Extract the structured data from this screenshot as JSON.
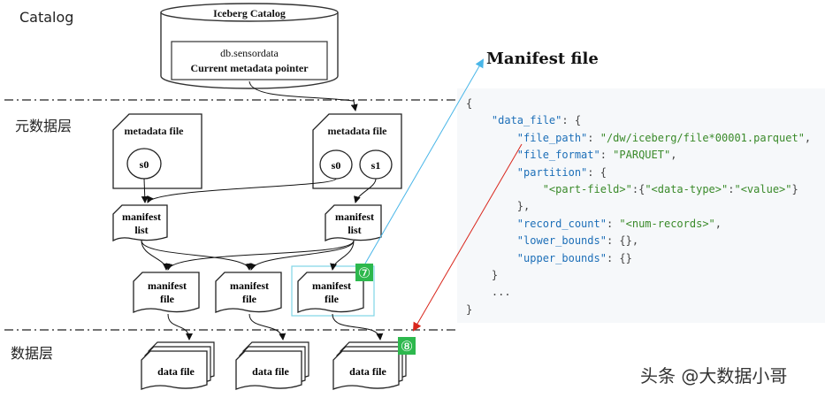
{
  "layers": {
    "catalog": "Catalog",
    "metadata": "元数据层",
    "data": "数据层"
  },
  "catalog_db": {
    "title": "Iceberg Catalog",
    "table": "db.sensordata",
    "pointer": "Current metadata pointer"
  },
  "metadata_files": [
    {
      "label": "metadata file",
      "snapshots": [
        "s0"
      ]
    },
    {
      "label": "metadata file",
      "snapshots": [
        "s0",
        "s1"
      ]
    }
  ],
  "manifest_lists": [
    {
      "line1": "manifest",
      "line2": "list"
    },
    {
      "line1": "manifest",
      "line2": "list"
    }
  ],
  "manifest_files": [
    {
      "line1": "manifest",
      "line2": "file"
    },
    {
      "line1": "manifest",
      "line2": "file"
    },
    {
      "line1": "manifest",
      "line2": "file"
    }
  ],
  "data_files": [
    "data file",
    "data file",
    "data file"
  ],
  "badges": [
    "⑦",
    "⑧"
  ],
  "manifest_panel": {
    "title": "Manifest file",
    "lines": [
      {
        "indent": 0,
        "parts": [
          {
            "t": "p",
            "s": "{"
          }
        ]
      },
      {
        "indent": 2,
        "parts": [
          {
            "t": "k",
            "s": "\"data_file\""
          },
          {
            "t": "p",
            "s": ": {"
          }
        ]
      },
      {
        "indent": 4,
        "parts": [
          {
            "t": "k",
            "s": "\"file_path\""
          },
          {
            "t": "p",
            "s": ": "
          },
          {
            "t": "v",
            "s": "\"/dw/iceberg/file*00001.parquet\""
          },
          {
            "t": "p",
            "s": ","
          }
        ]
      },
      {
        "indent": 4,
        "parts": [
          {
            "t": "k",
            "s": "\"file_format\""
          },
          {
            "t": "p",
            "s": ": "
          },
          {
            "t": "v",
            "s": "\"PARQUET\""
          },
          {
            "t": "p",
            "s": ","
          }
        ]
      },
      {
        "indent": 4,
        "parts": [
          {
            "t": "k",
            "s": "\"partition\""
          },
          {
            "t": "p",
            "s": ": {"
          }
        ]
      },
      {
        "indent": 6,
        "parts": [
          {
            "t": "v",
            "s": "\"<part-field>\""
          },
          {
            "t": "p",
            "s": ":{"
          },
          {
            "t": "v",
            "s": "\"<data-type>\""
          },
          {
            "t": "p",
            "s": ":"
          },
          {
            "t": "v",
            "s": "\"<value>\""
          },
          {
            "t": "p",
            "s": "}"
          }
        ]
      },
      {
        "indent": 4,
        "parts": [
          {
            "t": "p",
            "s": "},"
          }
        ]
      },
      {
        "indent": 4,
        "parts": [
          {
            "t": "k",
            "s": "\"record_count\""
          },
          {
            "t": "p",
            "s": ": "
          },
          {
            "t": "v",
            "s": "\"<num-records>\""
          },
          {
            "t": "p",
            "s": ","
          }
        ]
      },
      {
        "indent": 4,
        "parts": [
          {
            "t": "k",
            "s": "\"lower_bounds\""
          },
          {
            "t": "p",
            "s": ": {},"
          }
        ]
      },
      {
        "indent": 4,
        "parts": [
          {
            "t": "k",
            "s": "\"upper_bounds\""
          },
          {
            "t": "p",
            "s": ": {}"
          }
        ]
      },
      {
        "indent": 2,
        "parts": [
          {
            "t": "p",
            "s": "}"
          }
        ]
      },
      {
        "indent": 2,
        "parts": [
          {
            "t": "p",
            "s": "..."
          }
        ]
      },
      {
        "indent": 0,
        "parts": [
          {
            "t": "p",
            "s": "}"
          }
        ]
      }
    ]
  },
  "watermark": "头条 @大数据小哥",
  "colors": {
    "key": "#1d6fb8",
    "value": "#3a8a2a",
    "punct": "#444444",
    "badge": "#2db84d",
    "highlight": "#7fd4e6",
    "blue_arrow": "#49b6e8",
    "red_arrow": "#d9261c"
  }
}
